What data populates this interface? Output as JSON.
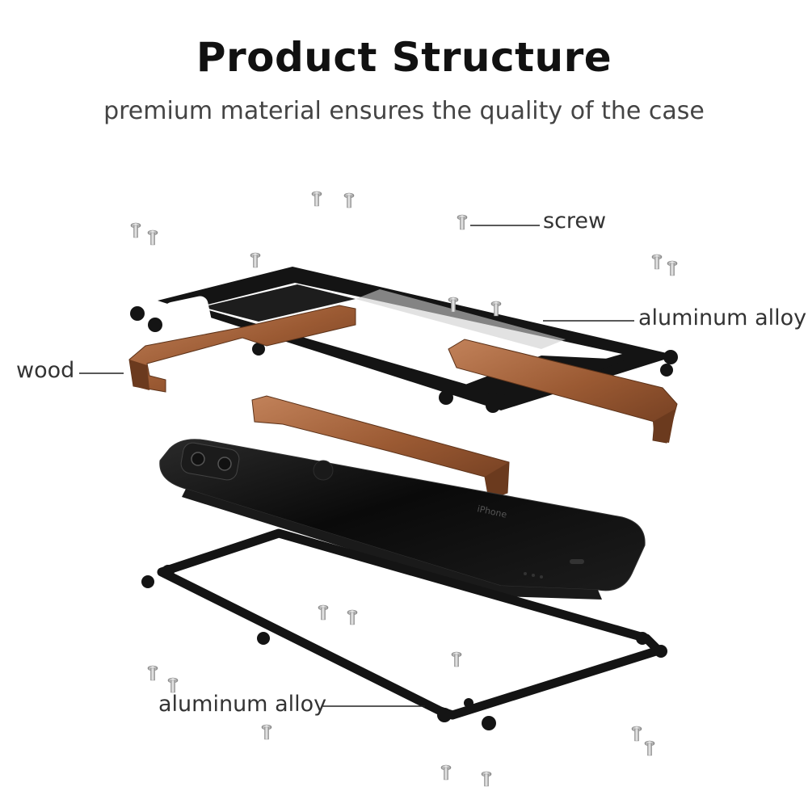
{
  "header": {
    "title": "Product Structure",
    "subtitle": "premium material ensures the quality of the case"
  },
  "callouts": {
    "screw": "screw",
    "aluminum_top": "aluminum alloy",
    "wood": "wood",
    "aluminum_bottom": "aluminum alloy"
  },
  "phone": {
    "engraving": "iPhone"
  },
  "colors": {
    "frame": "#121212",
    "wood": "#8a4f2c",
    "wood_light": "#b9774a",
    "phone": "#0b0b0b",
    "screw": "#c8c8c8",
    "text": "#333333"
  }
}
